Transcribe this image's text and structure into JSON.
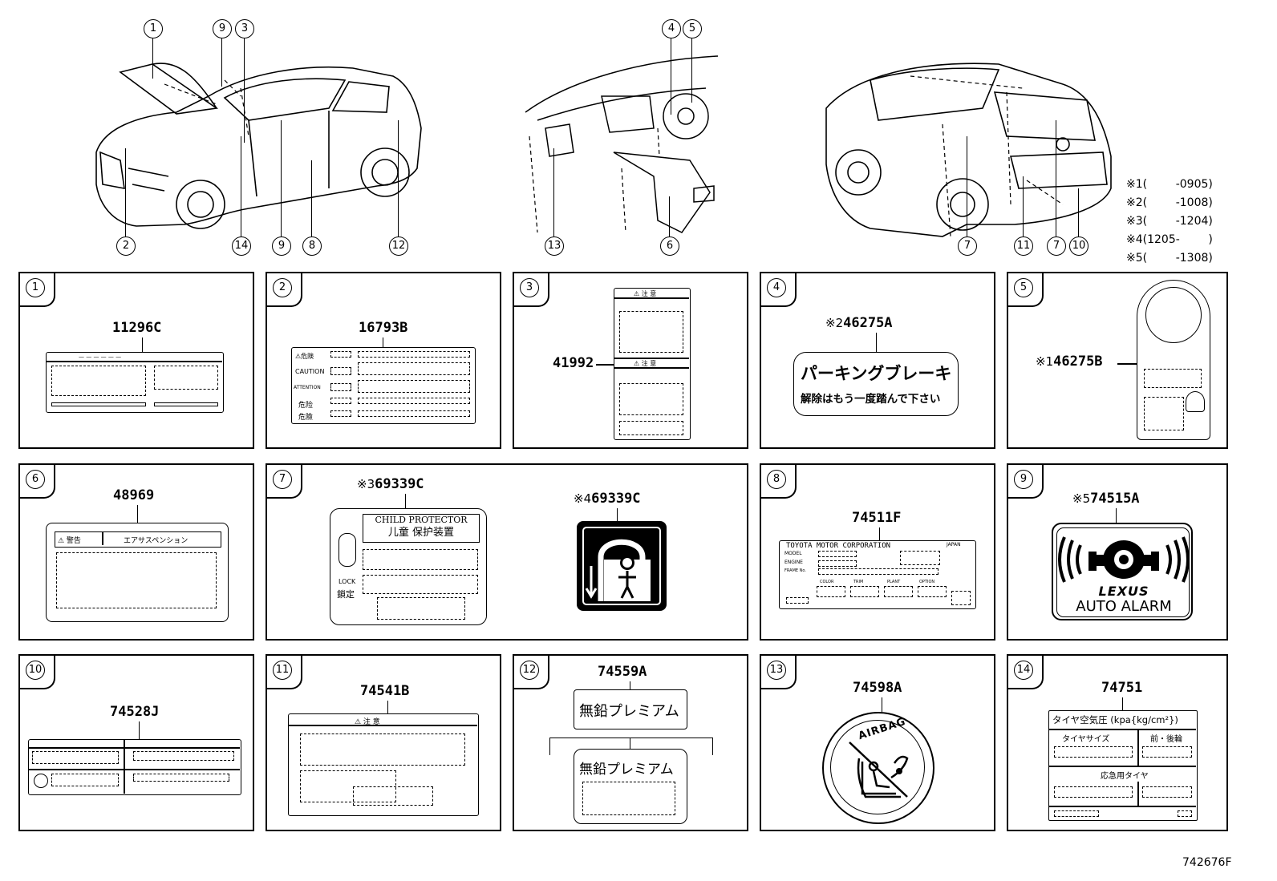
{
  "notes": [
    {
      "mark": "※1",
      "range": "(        -0905)"
    },
    {
      "mark": "※2",
      "range": "(        -1008)"
    },
    {
      "mark": "※3",
      "range": "(        -1204)"
    },
    {
      "mark": "※4",
      "range": "(1205-        )"
    },
    {
      "mark": "※5",
      "range": "(        -1308)"
    }
  ],
  "callouts": [
    "1",
    "9",
    "3",
    "4",
    "5",
    "2",
    "14",
    "9",
    "8",
    "12",
    "13",
    "6",
    "7",
    "11",
    "7",
    "10"
  ],
  "panels": [
    {
      "num": "1",
      "part": "11296C"
    },
    {
      "num": "2",
      "part": "16793B"
    },
    {
      "num": "3",
      "part": "41992"
    },
    {
      "num": "4",
      "mark": "※2",
      "part": "46275A"
    },
    {
      "num": "5",
      "mark": "※1",
      "part": "46275B"
    },
    {
      "num": "6",
      "part": "48969"
    },
    {
      "num": "7",
      "mark": "※3",
      "part": "69339C",
      "mark2": "※4",
      "part2": "69339C"
    },
    {
      "num": "8",
      "part": "74511F"
    },
    {
      "num": "9",
      "mark": "※5",
      "part": "74515A"
    },
    {
      "num": "10",
      "part": "74528J"
    },
    {
      "num": "11",
      "part": "74541B"
    },
    {
      "num": "12",
      "part": "74559A"
    },
    {
      "num": "13",
      "part": "74598A"
    },
    {
      "num": "14",
      "part": "74751"
    }
  ],
  "label_text": {
    "p2_rows": [
      "⚠危険",
      "CAUTION",
      "ATTENTION",
      "危险",
      "危險"
    ],
    "p3_head1": "⚠ 注 意",
    "p3_head2": "⚠ 注 意",
    "p4_line1": "パーキングブレーキ",
    "p4_line2": "解除はもう一度踏んで下さい",
    "p6_head1": "⚠ 警告",
    "p6_head2": "エアサスペンション",
    "p7_title1": "CHILD PROTECTOR",
    "p7_title2": "儿童 保护装置",
    "p7_lock1": "LOCK",
    "p7_lock2": "鎖定",
    "p8_title": "TOYOTA MOTOR CORPORATION",
    "p8_japan": "JAPAN",
    "p8_rows": [
      "MODEL",
      "ENGINE",
      "FRAME No."
    ],
    "p8_cols": [
      "COLOR",
      "TRIM",
      "PLANT",
      "OPTION"
    ],
    "p9_brand": "LEXUS",
    "p9_text": "AUTO ALARM",
    "p11_head": "⚠ 注  意",
    "p12_text": "無鉛プレミアム",
    "p13_text": "AIRBAG",
    "p14_title": "タイヤ空気圧 (kpa{kg/cm²})",
    "p14_col1": "タイヤサイズ",
    "p14_col2": "前・後輪",
    "p14_row": "応急用タイヤ"
  },
  "figure_id": "742676F"
}
